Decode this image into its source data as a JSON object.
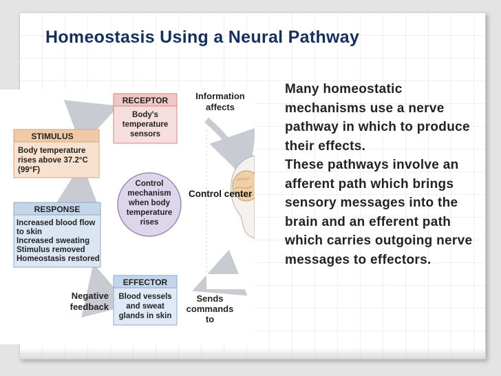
{
  "slide": {
    "title": "Homeostasis Using a Neural Pathway",
    "body": "Many homeostatic mechanisms use a nerve pathway in which to produce their effects.\n These pathways involve an afferent path which brings sensory messages into the brain and an efferent path which carries outgoing nerve messages to effectors."
  },
  "diagram": {
    "receptor": {
      "title": "RECEPTOR",
      "lines": [
        "Body's",
        "temperature",
        "sensors"
      ]
    },
    "information": {
      "lines": [
        "Information",
        "affects"
      ]
    },
    "stimulus": {
      "title": "STIMULUS",
      "lines": [
        "Body temperature",
        "rises above 37.2°C",
        "(99°F)"
      ]
    },
    "control_mechanism": {
      "lines": [
        "Control",
        "mechanism",
        "when body",
        "temperature",
        "rises"
      ]
    },
    "control_center_label": "Control center",
    "response": {
      "title": "RESPONSE",
      "lines": [
        "Increased blood flow",
        "to skin",
        "Increased sweating",
        "Stimulus removed",
        "Homeostasis restored"
      ]
    },
    "effector": {
      "title": "EFFECTOR",
      "lines": [
        "Blood vessels",
        "and sweat",
        "glands in skin"
      ]
    },
    "negative_feedback": {
      "lines": [
        "Negative",
        "feedback"
      ]
    },
    "sends_commands": {
      "lines": [
        "Sends",
        "commands",
        "to"
      ]
    },
    "colors": {
      "title": "#16305b",
      "receptor_fill": "#f6dede",
      "stimulus_fill": "#f8e2cf",
      "response_fill": "#dbe6f3",
      "effector_fill": "#dfeaf6",
      "control_fill": "#ddd5ea",
      "brain": "#eecfa6"
    }
  }
}
